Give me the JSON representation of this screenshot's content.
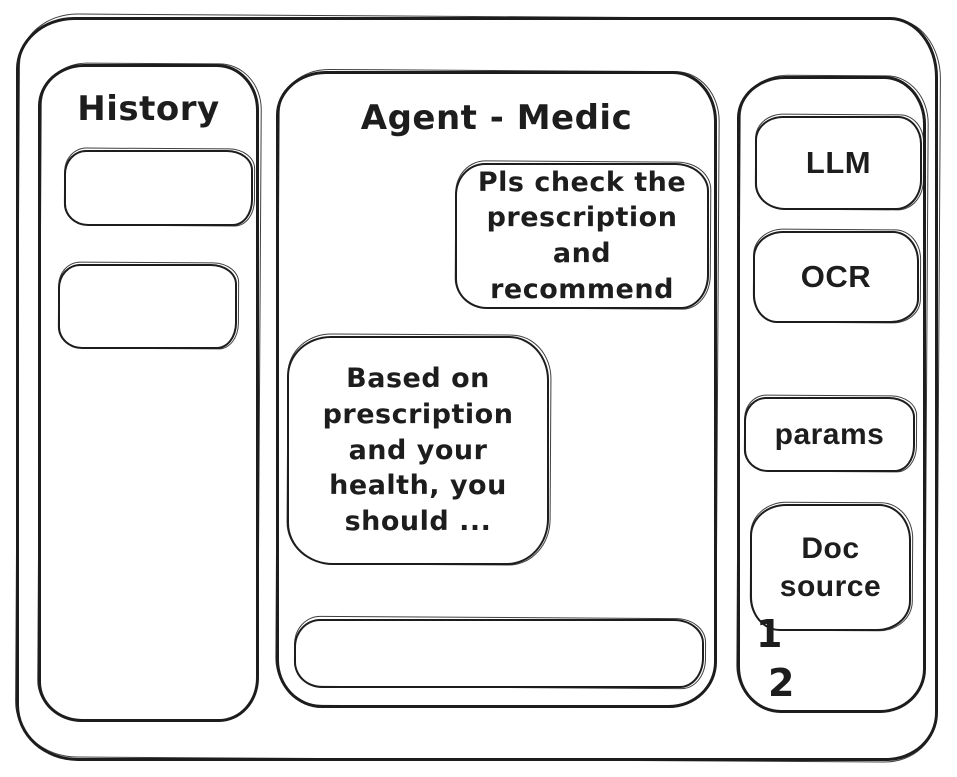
{
  "window": {
    "ink_color": "#1d1d1d",
    "background_color": "#ffffff",
    "style": "hand-drawn wireframe"
  },
  "history_panel": {
    "title": "History",
    "items": [
      {
        "label": ""
      },
      {
        "label": ""
      }
    ]
  },
  "chat_panel": {
    "title": "Agent - Medic",
    "messages": [
      {
        "role": "user",
        "text": "Pls check the\nprescription\nand recommend"
      },
      {
        "role": "assistant",
        "text": "Based on\nprescription\nand your\nhealth, you\nshould ..."
      }
    ],
    "input": {
      "value": "",
      "placeholder": ""
    }
  },
  "tools_panel": {
    "buttons": [
      {
        "id": "llm",
        "label": "LLM"
      },
      {
        "id": "ocr",
        "label": "OCR"
      },
      {
        "id": "params",
        "label": "params"
      },
      {
        "id": "doc-source",
        "label": "Doc\nsource"
      }
    ],
    "annotations": [
      {
        "label": "1"
      },
      {
        "label": "2"
      }
    ]
  }
}
